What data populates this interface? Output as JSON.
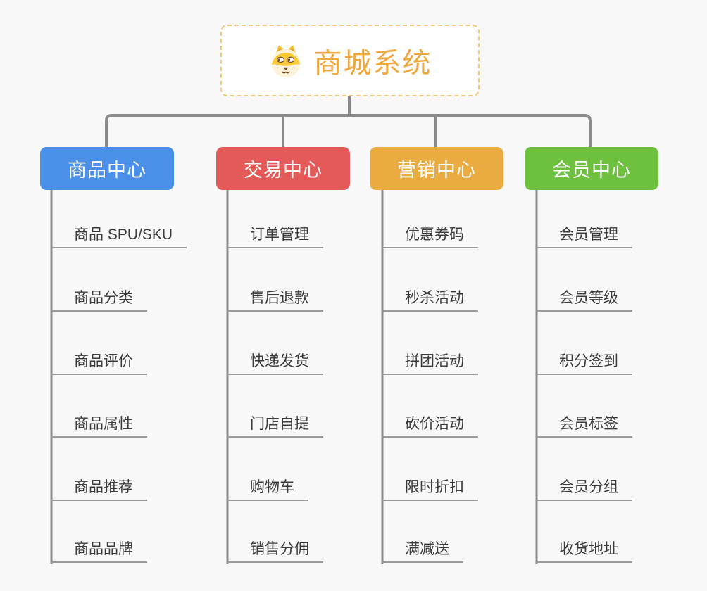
{
  "root": {
    "title": "商城系统",
    "title_color": "#efa73e",
    "border_color": "#f2c879",
    "icon": "dog-face-icon"
  },
  "branches": [
    {
      "label": "商品中心",
      "color": "#4a90e8",
      "children": [
        "商品 SPU/SKU",
        "商品分类",
        "商品评价",
        "商品属性",
        "商品推荐",
        "商品品牌"
      ]
    },
    {
      "label": "交易中心",
      "color": "#e45a58",
      "children": [
        "订单管理",
        "售后退款",
        "快递发货",
        "门店自提",
        "购物车",
        "销售分佣"
      ]
    },
    {
      "label": "营销中心",
      "color": "#eaac40",
      "children": [
        "优惠券码",
        "秒杀活动",
        "拼团活动",
        "砍价活动",
        "限时折扣",
        "满减送"
      ]
    },
    {
      "label": "会员中心",
      "color": "#6ec13e",
      "children": [
        "会员管理",
        "会员等级",
        "积分签到",
        "会员标签",
        "会员分组",
        "收货地址"
      ]
    }
  ],
  "connector_color": "#8b8b8b",
  "underline_color": "#9a9a9a",
  "background_color": "#f8f8f8"
}
